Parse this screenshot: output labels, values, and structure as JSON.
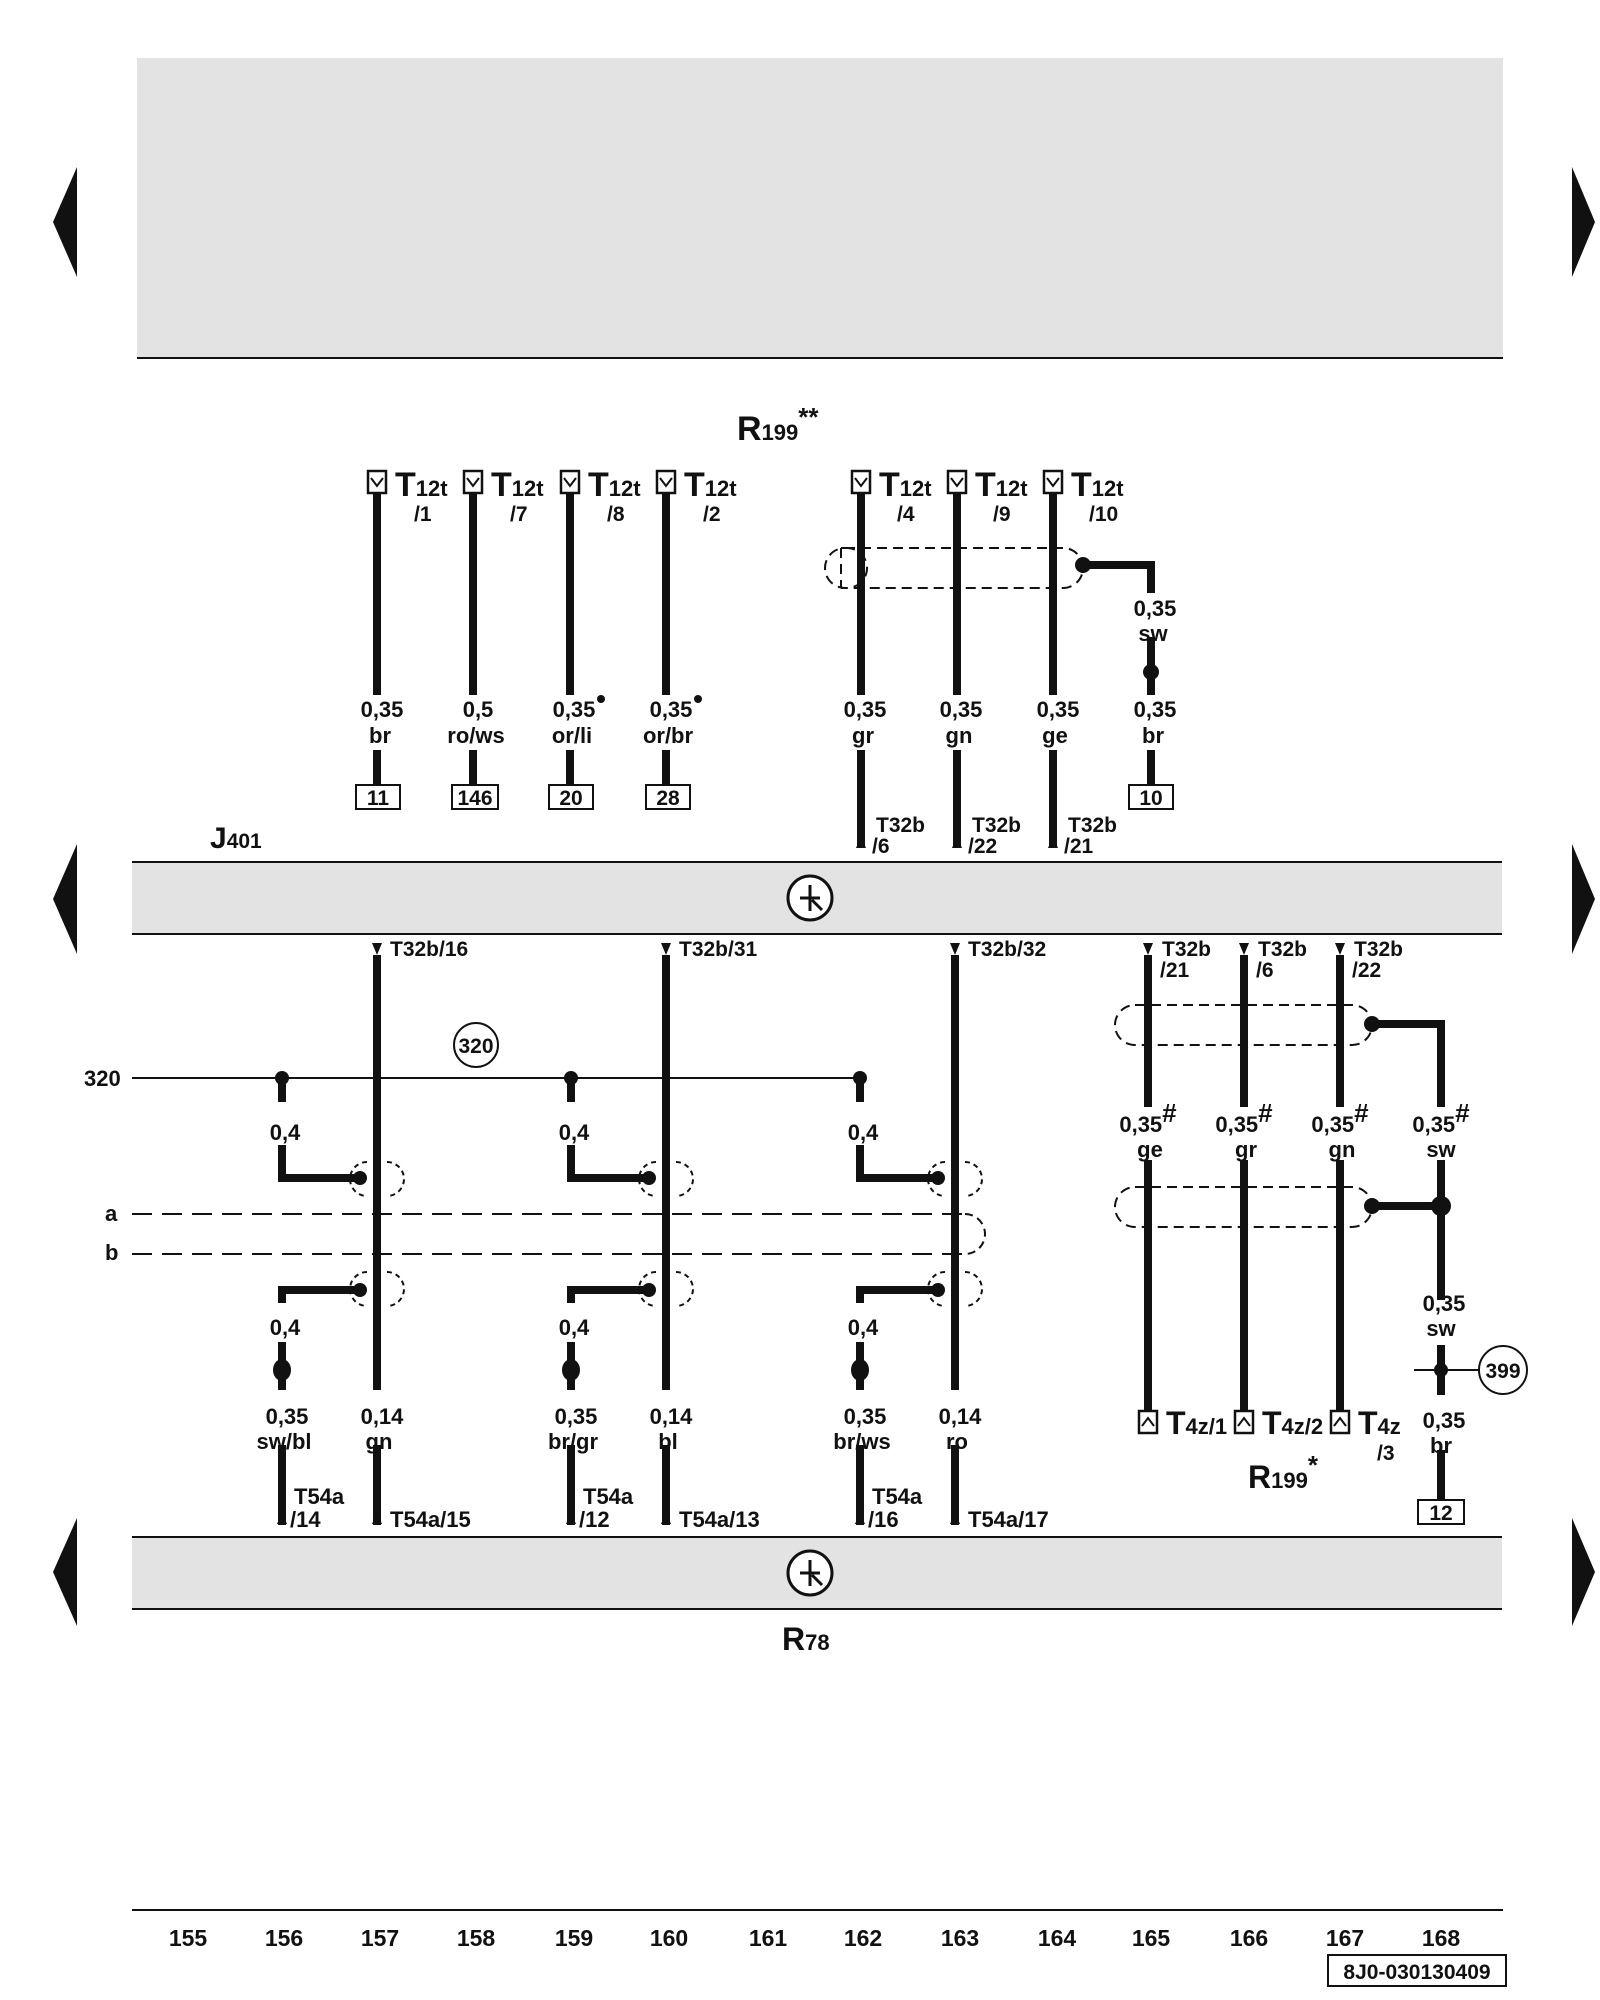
{
  "components": {
    "r199_top": {
      "base": "R",
      "sub": "199",
      "sup": "**"
    },
    "r199_bottom": {
      "base": "R",
      "sub": "199",
      "sup": "*"
    },
    "j401": {
      "base": "J",
      "sub": "401"
    },
    "r78": {
      "base": "R",
      "sub": "78"
    }
  },
  "top_connectors": [
    {
      "main": "T",
      "sub": "12t",
      "pin": "/1"
    },
    {
      "main": "T",
      "sub": "12t",
      "pin": "/7"
    },
    {
      "main": "T",
      "sub": "12t",
      "pin": "/8"
    },
    {
      "main": "T",
      "sub": "12t",
      "pin": "/2"
    },
    {
      "main": "T",
      "sub": "12t",
      "pin": "/4"
    },
    {
      "main": "T",
      "sub": "12t",
      "pin": "/9"
    },
    {
      "main": "T",
      "sub": "12t",
      "pin": "/10"
    }
  ],
  "top_wires": [
    {
      "size": "0,35",
      "color": "br"
    },
    {
      "size": "0,5",
      "color": "ro/ws"
    },
    {
      "size": "0,35",
      "color": "or/li"
    },
    {
      "size": "0,35",
      "color": "or/br"
    },
    {
      "size": "0,35",
      "color": "gr"
    },
    {
      "size": "0,35",
      "color": "gn"
    },
    {
      "size": "0,35",
      "color": "ge"
    },
    {
      "size": "0,35",
      "color": "br"
    }
  ],
  "shield_wire_top": {
    "size": "0,35",
    "color": "sw"
  },
  "ref_boxes_top": [
    "11",
    "146",
    "20",
    "28",
    "10"
  ],
  "j401_pins_top": [
    {
      "a": "T32b",
      "b": "/6"
    },
    {
      "a": "T32b",
      "b": "/22"
    },
    {
      "a": "T32b",
      "b": "/21"
    }
  ],
  "j401_pins_bottom_left": [
    "T32b/16",
    "T32b/31",
    "T32b/32"
  ],
  "j401_pins_bottom_right": [
    {
      "a": "T32b",
      "b": "/21"
    },
    {
      "a": "T32b",
      "b": "/6"
    },
    {
      "a": "T32b",
      "b": "/22"
    }
  ],
  "bus_320": {
    "label": "320",
    "circle": "320"
  },
  "bus_a": "a",
  "bus_b": "b",
  "bridge_size": "0,4",
  "lower_left_wires": [
    {
      "size": "0,35",
      "color": "sw/bl",
      "pin_a": "T54a",
      "pin_b": "/14"
    },
    {
      "size": "0,14",
      "color": "gn",
      "pin": "T54a/15"
    },
    {
      "size": "0,35",
      "color": "br/gr",
      "pin_a": "T54a",
      "pin_b": "/12"
    },
    {
      "size": "0,14",
      "color": "bl",
      "pin": "T54a/13"
    },
    {
      "size": "0,35",
      "color": "br/ws",
      "pin_a": "T54a",
      "pin_b": "/16"
    },
    {
      "size": "0,14",
      "color": "ro",
      "pin": "T54a/17"
    }
  ],
  "right_wires": [
    {
      "size": "0,35",
      "mark": "#",
      "color": "ge"
    },
    {
      "size": "0,35",
      "mark": "#",
      "color": "gr"
    },
    {
      "size": "0,35",
      "mark": "#",
      "color": "gn"
    },
    {
      "size": "0,35",
      "mark": "#",
      "color": "sw"
    }
  ],
  "right_lower_wire": {
    "size": "0,35",
    "color": "sw"
  },
  "right_bottom_wire": {
    "size": "0,35",
    "color": "br"
  },
  "circle_399": "399",
  "ref_box_12": "12",
  "t4z_connectors": [
    {
      "main": "T",
      "sub": "4z/1",
      "pin": ""
    },
    {
      "main": "T",
      "sub": "4z/2",
      "pin": ""
    },
    {
      "main": "T",
      "sub": "4z",
      "pin": "/3"
    }
  ],
  "track_numbers": [
    "155",
    "156",
    "157",
    "158",
    "159",
    "160",
    "161",
    "162",
    "163",
    "164",
    "165",
    "166",
    "167",
    "168"
  ],
  "doc_number": "8J0-030130409",
  "colors": {
    "panel": "#e3e3e3",
    "line": "#111111"
  }
}
